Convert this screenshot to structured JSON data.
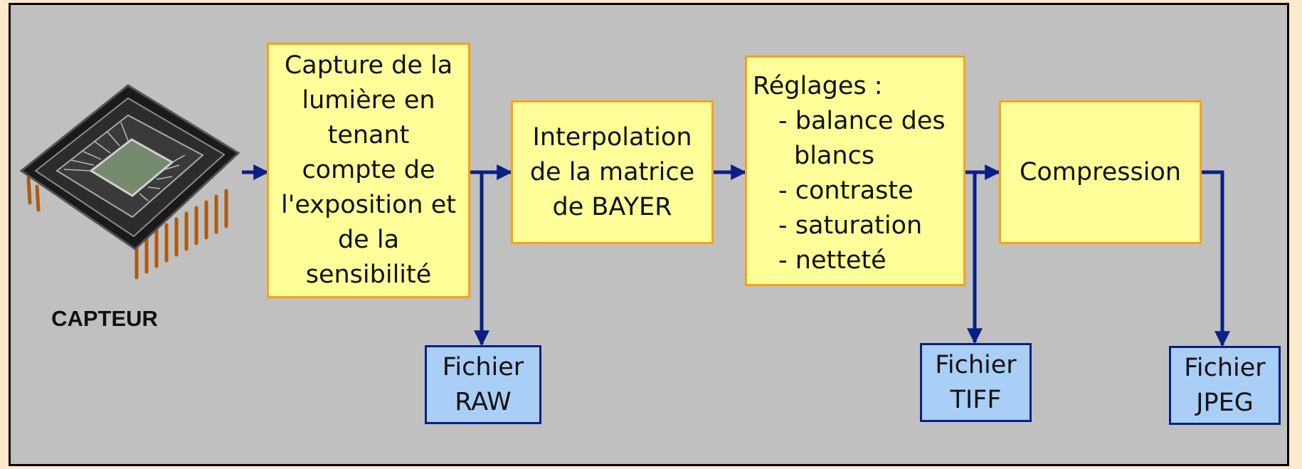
{
  "sensor": {
    "label": "CAPTEUR",
    "icon": "chip-icon"
  },
  "steps": {
    "capture": [
      "Capture de la",
      "lumière en",
      "tenant",
      "compte de",
      "l'exposition et",
      "de la",
      "sensibilité"
    ],
    "interpolation": [
      "Interpolation",
      "de la matrice",
      "de BAYER"
    ],
    "adjustments": {
      "title": "Réglages :",
      "items": [
        "- balance des",
        "blancs",
        "- contraste",
        "- saturation",
        "- netteté"
      ]
    },
    "compression": "Compression"
  },
  "outputs": {
    "raw": [
      "Fichier",
      "RAW"
    ],
    "tiff": [
      "Fichier",
      "TIFF"
    ],
    "jpeg": [
      "Fichier",
      "JPEG"
    ]
  },
  "colors": {
    "background": "#c0c0c0",
    "outer": "#fde9cc",
    "step_fill": "#ffff9a",
    "step_border": "#f7a21b",
    "file_fill": "#a9cff7",
    "file_border": "#0a1f86",
    "arrow": "#0a1f86"
  }
}
